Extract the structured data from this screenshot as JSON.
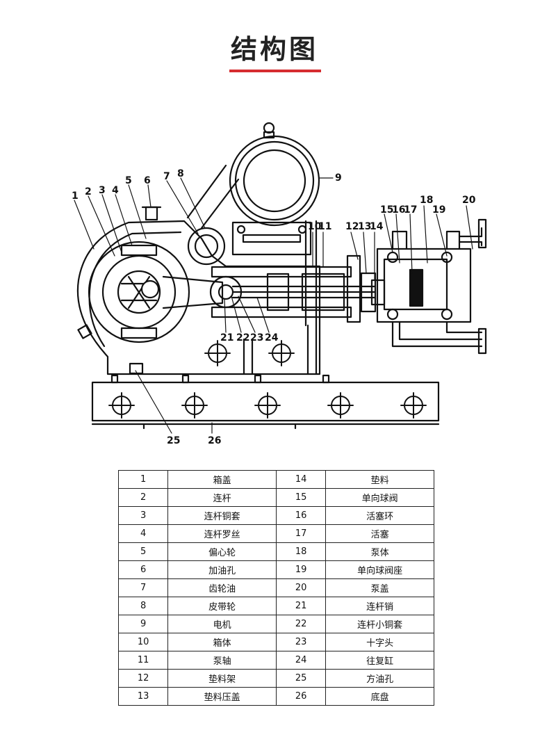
{
  "title": "结构图",
  "accent_color": "#d62d30",
  "diagram": {
    "callouts": [
      "1",
      "2",
      "3",
      "4",
      "5",
      "6",
      "7",
      "8",
      "9",
      "10",
      "11",
      "12",
      "13",
      "14",
      "15",
      "16",
      "17",
      "18",
      "19",
      "20",
      "21",
      "22",
      "23",
      "24",
      "25",
      "26"
    ]
  },
  "parts_table": [
    {
      "left_no": "1",
      "left_name": "箱盖",
      "right_no": "14",
      "right_name": "垫料"
    },
    {
      "left_no": "2",
      "left_name": "连杆",
      "right_no": "15",
      "right_name": "单向球阀"
    },
    {
      "left_no": "3",
      "left_name": "连杆铜套",
      "right_no": "16",
      "right_name": "活塞环"
    },
    {
      "left_no": "4",
      "left_name": "连杆罗丝",
      "right_no": "17",
      "right_name": "活塞"
    },
    {
      "left_no": "5",
      "left_name": "偏心轮",
      "right_no": "18",
      "right_name": "泵体"
    },
    {
      "left_no": "6",
      "left_name": "加油孔",
      "right_no": "19",
      "right_name": "单向球阀座"
    },
    {
      "left_no": "7",
      "left_name": "齿轮油",
      "right_no": "20",
      "right_name": "泵盖"
    },
    {
      "left_no": "8",
      "left_name": "皮带轮",
      "right_no": "21",
      "right_name": "连杆销"
    },
    {
      "left_no": "9",
      "left_name": "电机",
      "right_no": "22",
      "right_name": "连杆小铜套"
    },
    {
      "left_no": "10",
      "left_name": "箱体",
      "right_no": "23",
      "right_name": "十字头"
    },
    {
      "left_no": "11",
      "left_name": "泵轴",
      "right_no": "24",
      "right_name": "往复缸"
    },
    {
      "left_no": "12",
      "left_name": "垫料架",
      "right_no": "25",
      "right_name": "方油孔"
    },
    {
      "left_no": "13",
      "left_name": "垫料压盖",
      "right_no": "26",
      "right_name": "底盘"
    }
  ]
}
